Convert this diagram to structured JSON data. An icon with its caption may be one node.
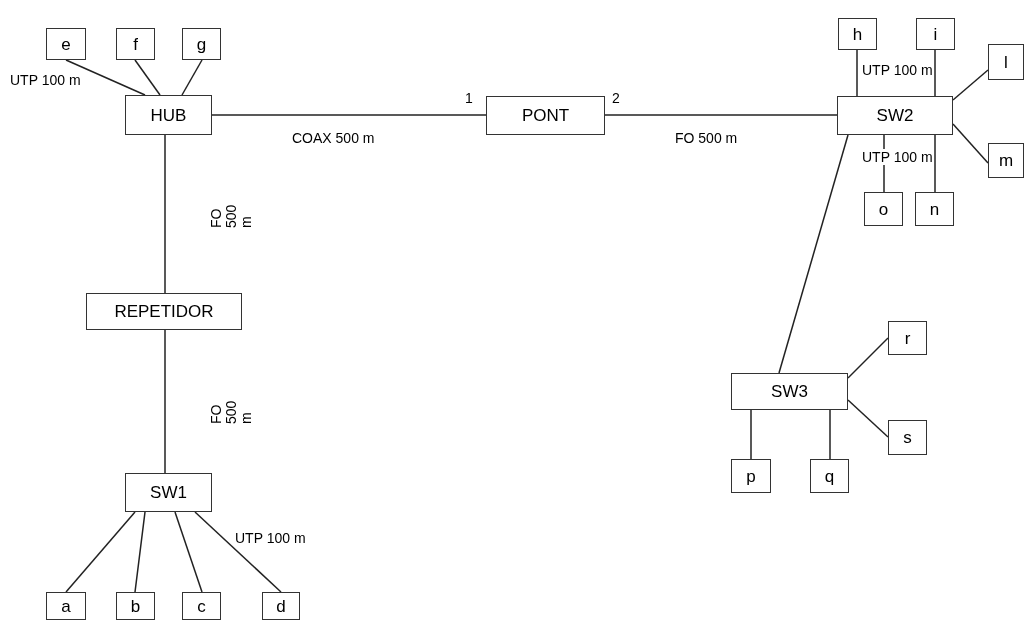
{
  "diagram": {
    "nodes": [
      {
        "text": [
          "e"
        ]
      },
      {
        "text": [
          "f"
        ]
      },
      {
        "text": [
          "g"
        ]
      },
      {
        "text": [
          "HUB"
        ]
      },
      {
        "text": [
          "PONT"
        ]
      },
      {
        "text": [
          "SW2"
        ]
      },
      {
        "text": [
          "h"
        ]
      },
      {
        "text": [
          "i"
        ]
      },
      {
        "text": [
          "l"
        ]
      },
      {
        "text": [
          "m"
        ]
      },
      {
        "text": [
          "o"
        ]
      },
      {
        "text": [
          "n"
        ]
      },
      {
        "text": [
          "REPETIDOR"
        ]
      },
      {
        "text": [
          "SW1"
        ]
      },
      {
        "text": [
          "a"
        ]
      },
      {
        "text": [
          "b"
        ]
      },
      {
        "text": [
          "c"
        ]
      },
      {
        "text": [
          "d"
        ]
      },
      {
        "text": [
          "SW3"
        ]
      },
      {
        "text": [
          "r"
        ]
      },
      {
        "text": [
          "s"
        ]
      },
      {
        "text": [
          "p"
        ]
      },
      {
        "text": [
          "q"
        ]
      }
    ],
    "edges": [
      {
        "from": 3,
        "to": 0,
        "arrow": "none",
        "label": "UTP 100 m"
      },
      {
        "from": 3,
        "to": 1,
        "arrow": "none"
      },
      {
        "from": 3,
        "to": 2,
        "arrow": "none"
      },
      {
        "from": 3,
        "to": 4,
        "arrow": "none",
        "label": "COAX 500 m"
      },
      {
        "from": 4,
        "to": 5,
        "arrow": "none",
        "label": "FO 500 m"
      },
      {
        "from": 3,
        "to": 12,
        "arrow": "none",
        "label": "FO 500 m"
      },
      {
        "from": 12,
        "to": 13,
        "arrow": "none",
        "label": "FO 500 m"
      },
      {
        "from": 13,
        "to": 14,
        "arrow": "none"
      },
      {
        "from": 13,
        "to": 15,
        "arrow": "none"
      },
      {
        "from": 13,
        "to": 16,
        "arrow": "none"
      },
      {
        "from": 13,
        "to": 17,
        "arrow": "none",
        "label": "UTP 100 m"
      },
      {
        "from": 5,
        "to": 6,
        "arrow": "none"
      },
      {
        "from": 5,
        "to": 7,
        "arrow": "none",
        "label": "UTP 100 m"
      },
      {
        "from": 5,
        "to": 8,
        "arrow": "none"
      },
      {
        "from": 5,
        "to": 9,
        "arrow": "none"
      },
      {
        "from": 5,
        "to": 10,
        "arrow": "none"
      },
      {
        "from": 5,
        "to": 11,
        "arrow": "none",
        "label": "UTP 100 m"
      },
      {
        "from": 5,
        "to": 18,
        "arrow": "none"
      },
      {
        "from": 18,
        "to": 19,
        "arrow": "none"
      },
      {
        "from": 18,
        "to": 20,
        "arrow": "none"
      },
      {
        "from": 18,
        "to": 21,
        "arrow": "none"
      },
      {
        "from": 18,
        "to": 22,
        "arrow": "none"
      }
    ],
    "labels": [
      "1",
      "2"
    ]
  }
}
